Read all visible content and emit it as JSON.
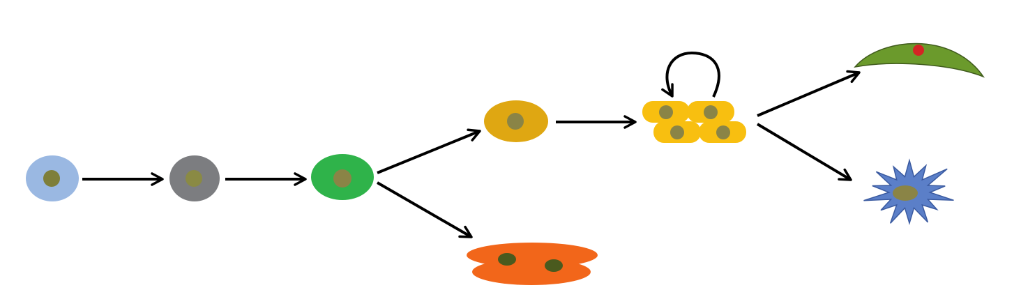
{
  "diagram": {
    "type": "cell-lineage-flow",
    "nodes": [
      {
        "id": "cell-1",
        "shape": "oval",
        "color": "#9ab8e2",
        "nucleus_color": "#7e7f3a"
      },
      {
        "id": "cell-2",
        "shape": "oval",
        "color": "#7c7d80",
        "nucleus_color": "#8a8a44"
      },
      {
        "id": "cell-3",
        "shape": "oval",
        "color": "#2fb34a",
        "nucleus_color": "#8a8446"
      },
      {
        "id": "cell-4",
        "shape": "oval",
        "color": "#dfa712",
        "nucleus_color": "#8a8446"
      },
      {
        "id": "cell-5",
        "shape": "double-flat-oval",
        "color": "#f2661a",
        "nucleus_color": "#4a5a1e"
      },
      {
        "id": "cell-6",
        "shape": "cell-cluster",
        "color": "#f8bf10",
        "nucleus_color": "#8a8446",
        "self_renewal": true
      },
      {
        "id": "cell-7",
        "shape": "crescent",
        "color": "#6b9a2c",
        "nucleus_color": "#d42424"
      },
      {
        "id": "cell-8",
        "shape": "star",
        "color": "#5b7fc8",
        "nucleus_color": "#8a8446"
      }
    ],
    "edges": [
      {
        "from": "cell-1",
        "to": "cell-2"
      },
      {
        "from": "cell-2",
        "to": "cell-3"
      },
      {
        "from": "cell-3",
        "to": "cell-4"
      },
      {
        "from": "cell-3",
        "to": "cell-5"
      },
      {
        "from": "cell-4",
        "to": "cell-6"
      },
      {
        "from": "cell-6",
        "to": "cell-6"
      },
      {
        "from": "cell-6",
        "to": "cell-7"
      },
      {
        "from": "cell-6",
        "to": "cell-8"
      }
    ],
    "arrow_color": "#000000"
  }
}
